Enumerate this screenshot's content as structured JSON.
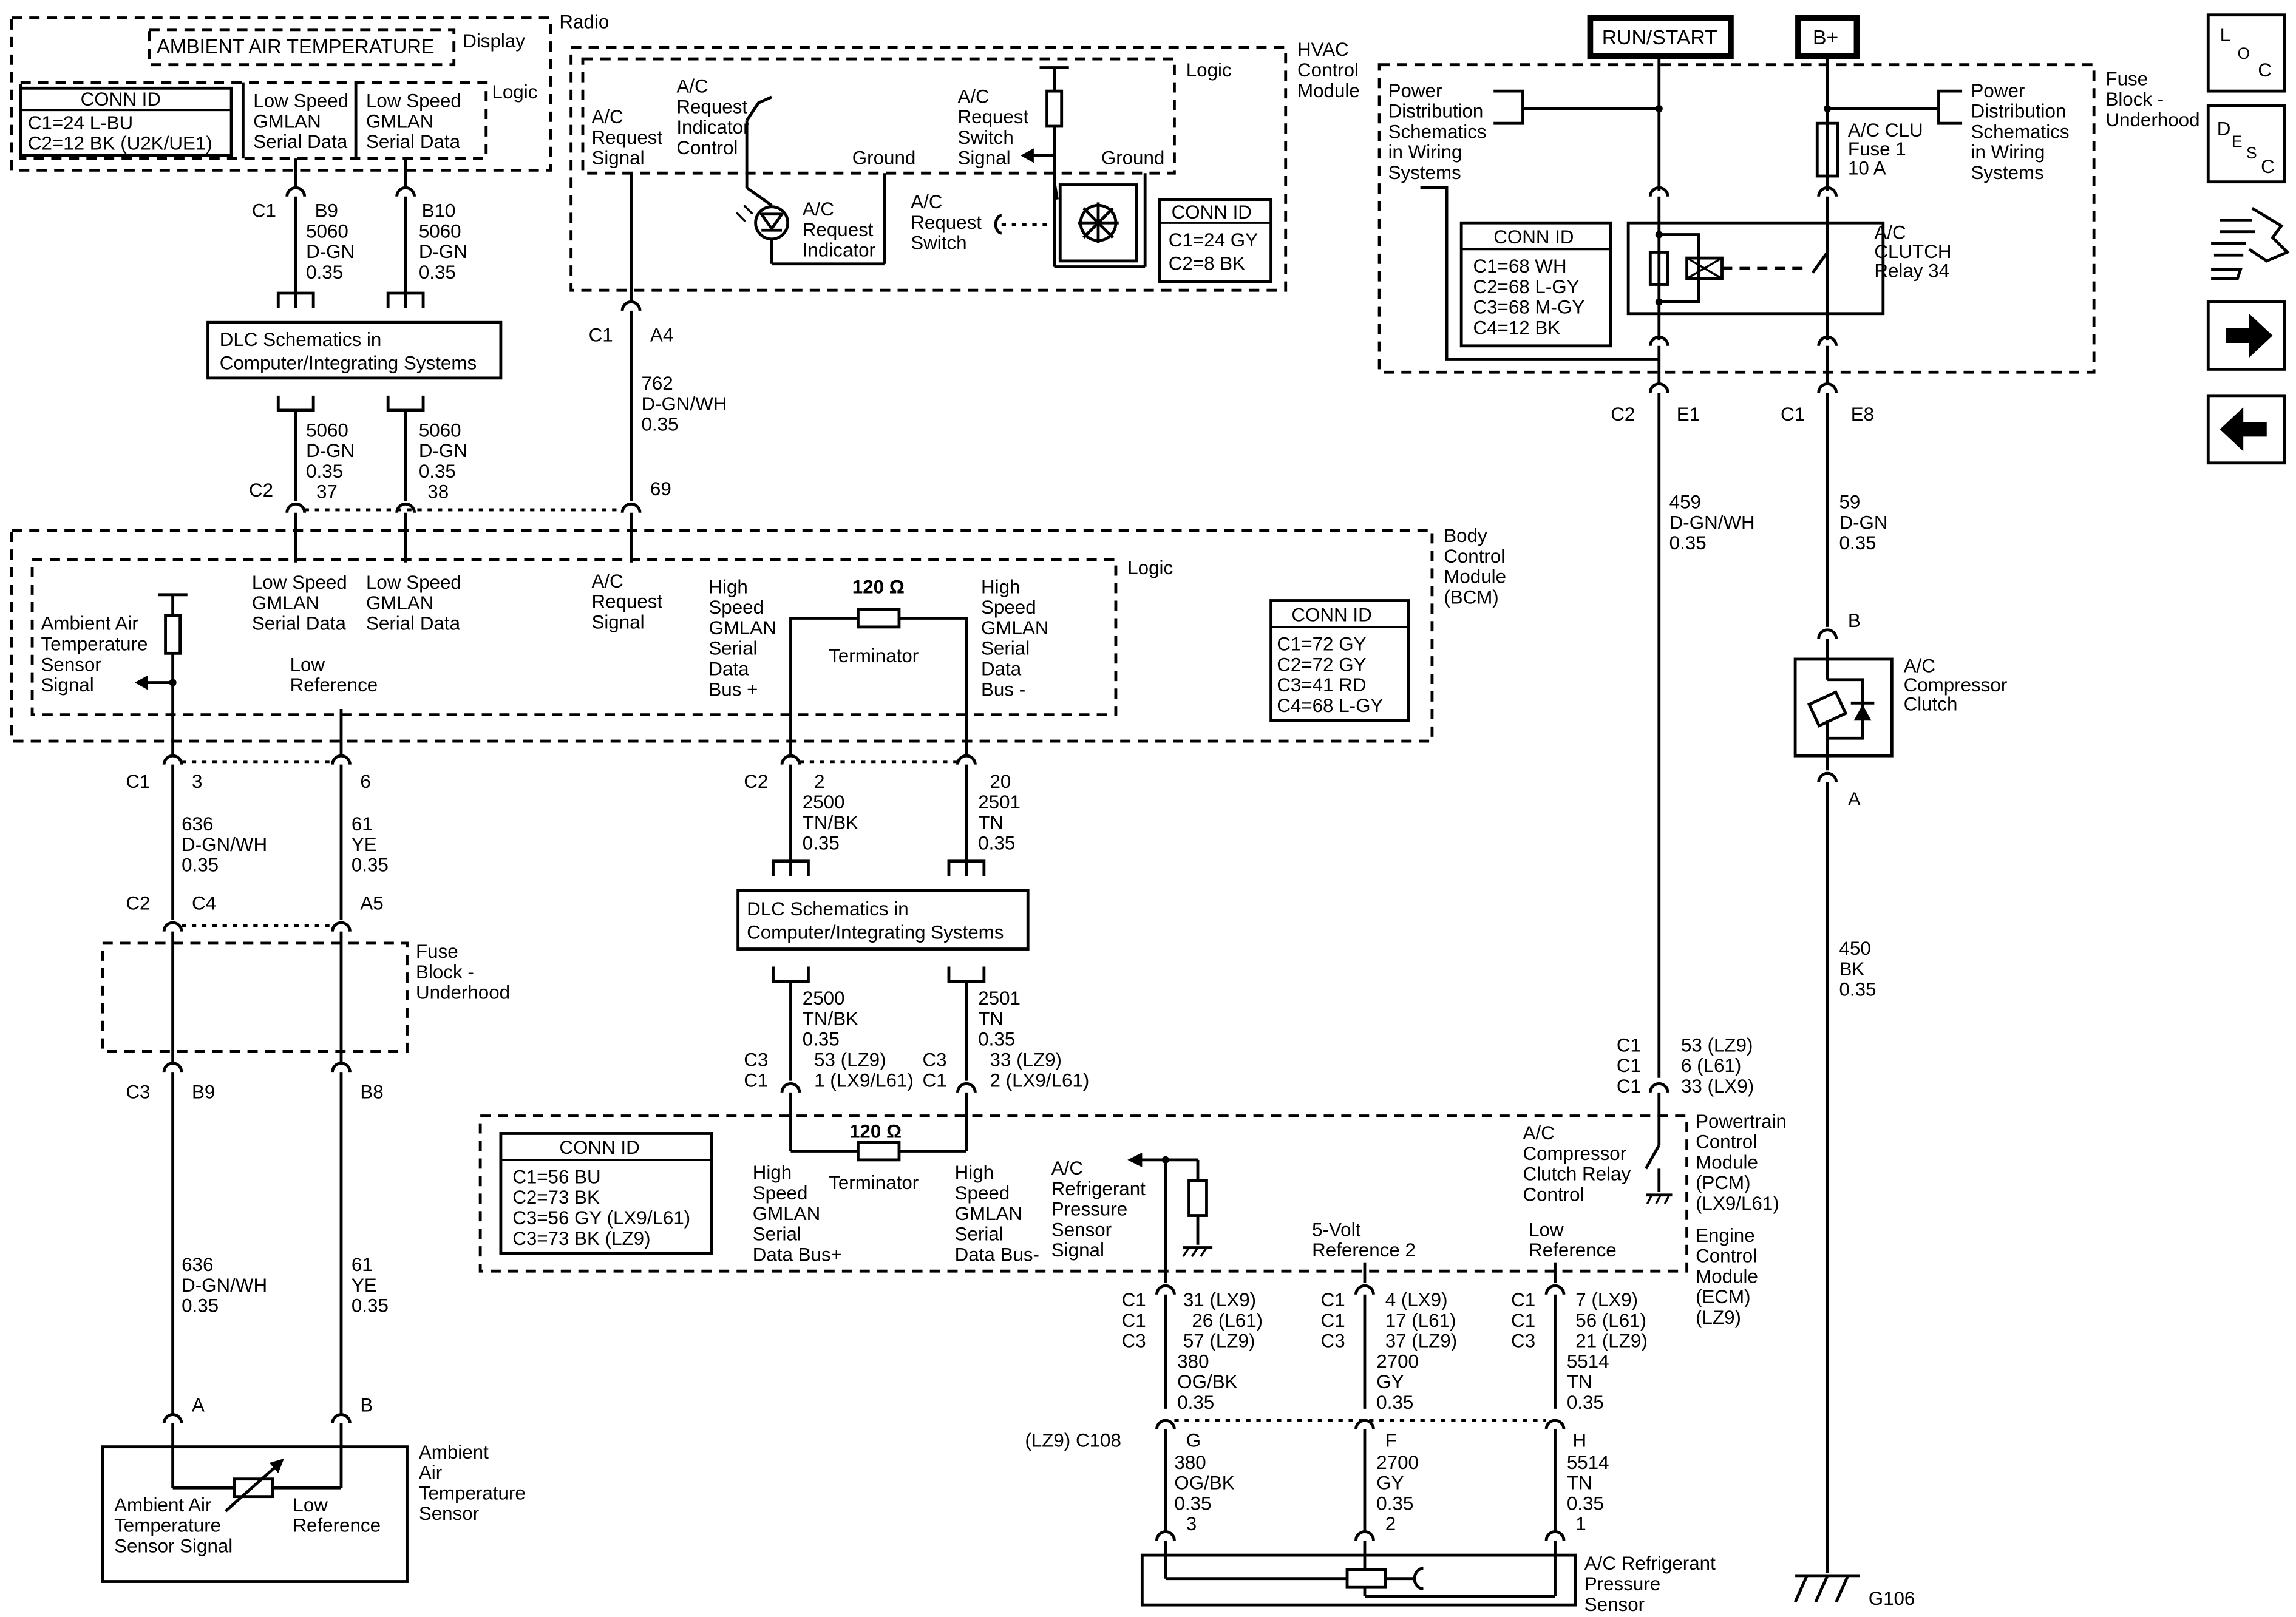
{
  "radio": {
    "title": "Radio",
    "display_label": "Display",
    "logic_label": "Logic",
    "ambient_display": "AMBIENT AIR TEMPERATURE",
    "conn_id": [
      "CONN ID",
      "C1=24 L-BU",
      "C2=12 BK (U2K/UE1)"
    ],
    "data1": [
      "Low Speed",
      "GMLAN",
      "Serial Data"
    ],
    "data2": [
      "Low Speed",
      "GMLAN",
      "Serial Data"
    ],
    "conn_label": "C1",
    "pin1": "B9",
    "pin2": "B10",
    "wire1": [
      "5060",
      "D-GN",
      "0.35"
    ],
    "wire2": [
      "5060",
      "D-GN",
      "0.35"
    ]
  },
  "dlc_top": {
    "label": [
      "DLC Schematics in",
      "Computer/Integrating Systems"
    ],
    "wire1": [
      "5060",
      "D-GN",
      "0.35"
    ],
    "wire2": [
      "5060",
      "D-GN",
      "0.35"
    ],
    "conn_label": "C2",
    "pin1": "37",
    "pin2": "38"
  },
  "hvac": {
    "title": [
      "HVAC",
      "Control",
      "Module"
    ],
    "logic_label": "Logic",
    "req_signal": [
      "A/C",
      "Request",
      "Signal"
    ],
    "req_ind_ctrl": [
      "A/C",
      "Request",
      "Indicator",
      "Control"
    ],
    "ground1": "Ground",
    "req_ind": [
      "A/C",
      "Request",
      "Indicator"
    ],
    "req_switch": [
      "A/C",
      "Request",
      "Switch"
    ],
    "req_sw_signal": [
      "A/C",
      "Request",
      "Switch",
      "Signal"
    ],
    "ground2": "Ground",
    "conn_id": [
      "CONN ID",
      "C1=24 GY",
      "C2=8 BK"
    ],
    "conn_label": "C1",
    "pin": "A4",
    "wire": [
      "762",
      "D-GN/WH",
      "0.35"
    ],
    "bcm_pin": "69"
  },
  "power": {
    "run_start": "RUN/START",
    "bplus": "B+",
    "fuse_block": [
      "Fuse",
      "Block -",
      "Underhood"
    ],
    "pd_left": [
      "Power",
      "Distribution",
      "Schematics",
      "in Wiring",
      "Systems"
    ],
    "pd_right": [
      "Power",
      "Distribution",
      "Schematics",
      "in Wiring",
      "Systems"
    ],
    "fuse": [
      "A/C CLU",
      "Fuse 1",
      "10 A"
    ],
    "relay": [
      "A/C",
      "CLUTCH",
      "Relay 34"
    ],
    "conn_id": [
      "CONN ID",
      "C1=68 WH",
      "C2=68 L-GY",
      "C3=68 M-GY",
      "C4=12 BK"
    ],
    "c2": "C2",
    "e1": "E1",
    "c1": "C1",
    "e8": "E8",
    "wire459": [
      "459",
      "D-GN/WH",
      "0.35"
    ],
    "wire59": [
      "59",
      "D-GN",
      "0.35"
    ]
  },
  "clutch": {
    "pin_b": "B",
    "pin_a": "A",
    "label": [
      "A/C",
      "Compressor",
      "Clutch"
    ],
    "wire450": [
      "450",
      "BK",
      "0.35"
    ],
    "ground": "G106"
  },
  "bcm": {
    "title": [
      "Body",
      "Control",
      "Module",
      "(BCM)"
    ],
    "logic_label": "Logic",
    "ambient_signal": [
      "Ambient Air",
      "Temperature",
      "Sensor",
      "Signal"
    ],
    "lsd1": [
      "Low Speed",
      "GMLAN",
      "Serial Data"
    ],
    "lsd2": [
      "Low Speed",
      "GMLAN",
      "Serial Data"
    ],
    "low_ref": [
      "Low",
      "Reference"
    ],
    "ac_req": [
      "A/C",
      "Request",
      "Signal"
    ],
    "hs_plus": [
      "High",
      "Speed",
      "GMLAN",
      "Serial",
      "Data",
      "Bus +"
    ],
    "hs_minus": [
      "High",
      "Speed",
      "GMLAN",
      "Serial",
      "Data",
      "Bus -"
    ],
    "terminator": "Terminator",
    "ohms": "120 Ω",
    "conn_id": [
      "CONN ID",
      "C1=72 GY",
      "C2=72 GY",
      "C3=41 RD",
      "C4=68 L-GY"
    ],
    "c1": "C1",
    "pin3": "3",
    "pin6": "6",
    "c2": "C2",
    "pin2": "2",
    "pin20": "20"
  },
  "left_wires": {
    "w636": [
      "636",
      "D-GN/WH",
      "0.35"
    ],
    "w61": [
      "61",
      "YE",
      "0.35"
    ],
    "c2": "C2",
    "c4": "C4",
    "a5": "A5",
    "fuse_block": [
      "Fuse",
      "Block -",
      "Underhood"
    ],
    "c3": "C3",
    "b9": "B9",
    "b8": "B8",
    "w636b": [
      "636",
      "D-GN/WH",
      "0.35"
    ],
    "w61b": [
      "61",
      "YE",
      "0.35"
    ],
    "pin_a": "A",
    "pin_b": "B"
  },
  "ambient_sensor": {
    "title": [
      "Ambient",
      "Air",
      "Temperature",
      "Sensor"
    ],
    "signal": [
      "Ambient Air",
      "Temperature",
      "Sensor Signal"
    ],
    "low_ref": [
      "Low",
      "Reference"
    ]
  },
  "mid_wires": {
    "w2500": [
      "2500",
      "TN/BK",
      "0.35"
    ],
    "w2501": [
      "2501",
      "TN",
      "0.35"
    ],
    "dlc": [
      "DLC Schematics in",
      "Computer/Integrating Systems"
    ],
    "w2500b": [
      "2500",
      "TN/BK",
      "0.35"
    ],
    "w2501b": [
      "2501",
      "TN",
      "0.35"
    ],
    "pcm_c3a": "C3",
    "pcm_c1a": "C1",
    "pin_l1": [
      "53 (LZ9)",
      "1 (LX9/L61)"
    ],
    "pcm_c3b": "C3",
    "pcm_c1b": "C1",
    "pin_l2": [
      "33 (LZ9)",
      "2 (LX9/L61)"
    ]
  },
  "pcm": {
    "conn_id": [
      "CONN ID",
      "C1=56 BU",
      "C2=73 BK",
      "C3=56 GY (LX9/L61)",
      "C3=73 BK (LZ9)"
    ],
    "ohms": "120 Ω",
    "terminator": "Terminator",
    "hs_plus": [
      "High",
      "Speed",
      "GMLAN",
      "Serial",
      "Data Bus+"
    ],
    "hs_minus": [
      "High",
      "Speed",
      "GMLAN",
      "Serial",
      "Data Bus-"
    ],
    "refr_signal": [
      "A/C",
      "Refrigerant",
      "Pressure",
      "Sensor",
      "Signal"
    ],
    "ref5v": [
      "5-Volt",
      "Reference 2"
    ],
    "low_ref": [
      "Low",
      "Reference"
    ],
    "relay_ctrl": [
      "A/C",
      "Compressor",
      "Clutch Relay",
      "Control"
    ],
    "title": [
      "Powertrain",
      "Control",
      "Module",
      "(PCM)",
      "(LX9/L61)",
      "Engine",
      "Control",
      "Module",
      "(ECM)",
      "(LZ9)"
    ],
    "relay_conns": [
      "C1",
      "C1",
      "C1"
    ],
    "relay_pins": [
      "53 (LZ9)",
      "6 (L61)",
      "33 (LX9)"
    ]
  },
  "bottom": {
    "conns": [
      "C1",
      "C1",
      "C3"
    ],
    "pins_g": [
      "31 (LX9)",
      "26 (L61)",
      "57 (LZ9)"
    ],
    "pins_f": [
      "4 (LX9)",
      "17 (L61)",
      "37 (LZ9)"
    ],
    "pins_h": [
      "7 (LX9)",
      "56 (L61)",
      "21 (LZ9)"
    ],
    "w380": [
      "380",
      "OG/BK",
      "0.35"
    ],
    "w2700": [
      "2700",
      "GY",
      "0.35"
    ],
    "w5514": [
      "5514",
      "TN",
      "0.35"
    ],
    "c108": "(LZ9) C108",
    "g": "G",
    "f": "F",
    "h": "H",
    "w380b": [
      "380",
      "OG/BK",
      "0.35",
      "3"
    ],
    "w2700b": [
      "2700",
      "GY",
      "0.35",
      "2"
    ],
    "w5514b": [
      "5514",
      "TN",
      "0.35",
      "1"
    ],
    "sensor": [
      "A/C Refrigerant",
      "Pressure",
      "Sensor"
    ]
  },
  "nav": {
    "loc": [
      "L",
      "O",
      "C"
    ],
    "desc": [
      "D",
      "E",
      "S",
      "C"
    ]
  }
}
